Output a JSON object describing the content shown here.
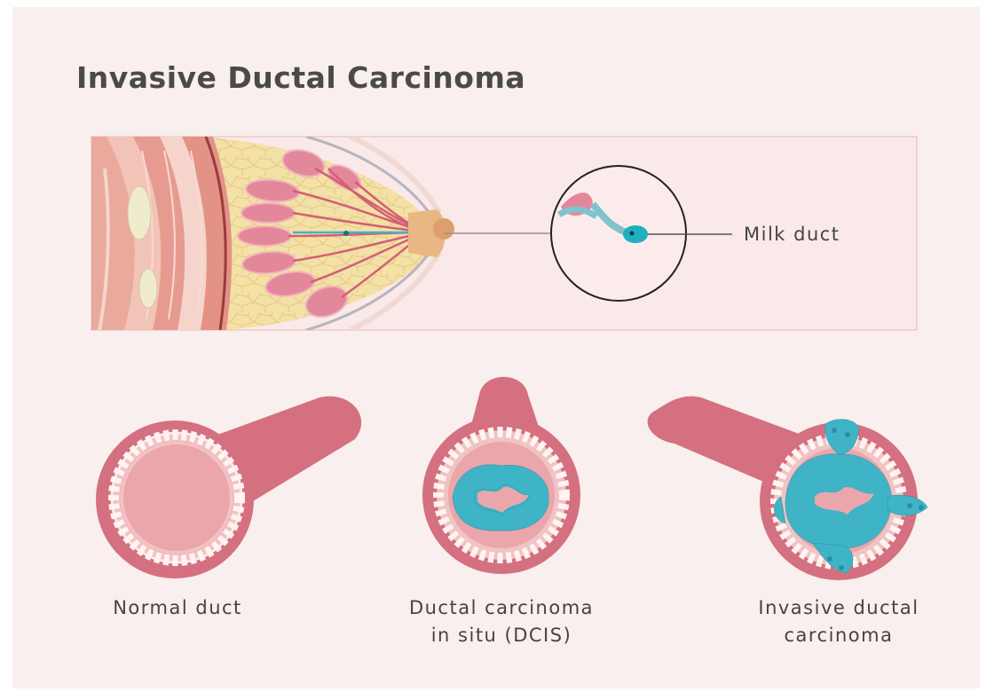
{
  "title": "Invasive Ductal Carcinoma",
  "callout": {
    "label": "Milk duct"
  },
  "ducts": [
    {
      "label_lines": [
        "Normal duct"
      ]
    },
    {
      "label_lines": [
        "Ductal carcinoma",
        "in situ (DCIS)"
      ]
    },
    {
      "label_lines": [
        "Invasive ductal",
        "carcinoma"
      ]
    }
  ],
  "colors": {
    "background": "#f8efee",
    "duct_pink": "#d4707f",
    "lining": "#f1c3c4",
    "cancer_cells": "#3fb4c6",
    "fat": "#f3e1a6",
    "muscle": "#e9a99d"
  }
}
